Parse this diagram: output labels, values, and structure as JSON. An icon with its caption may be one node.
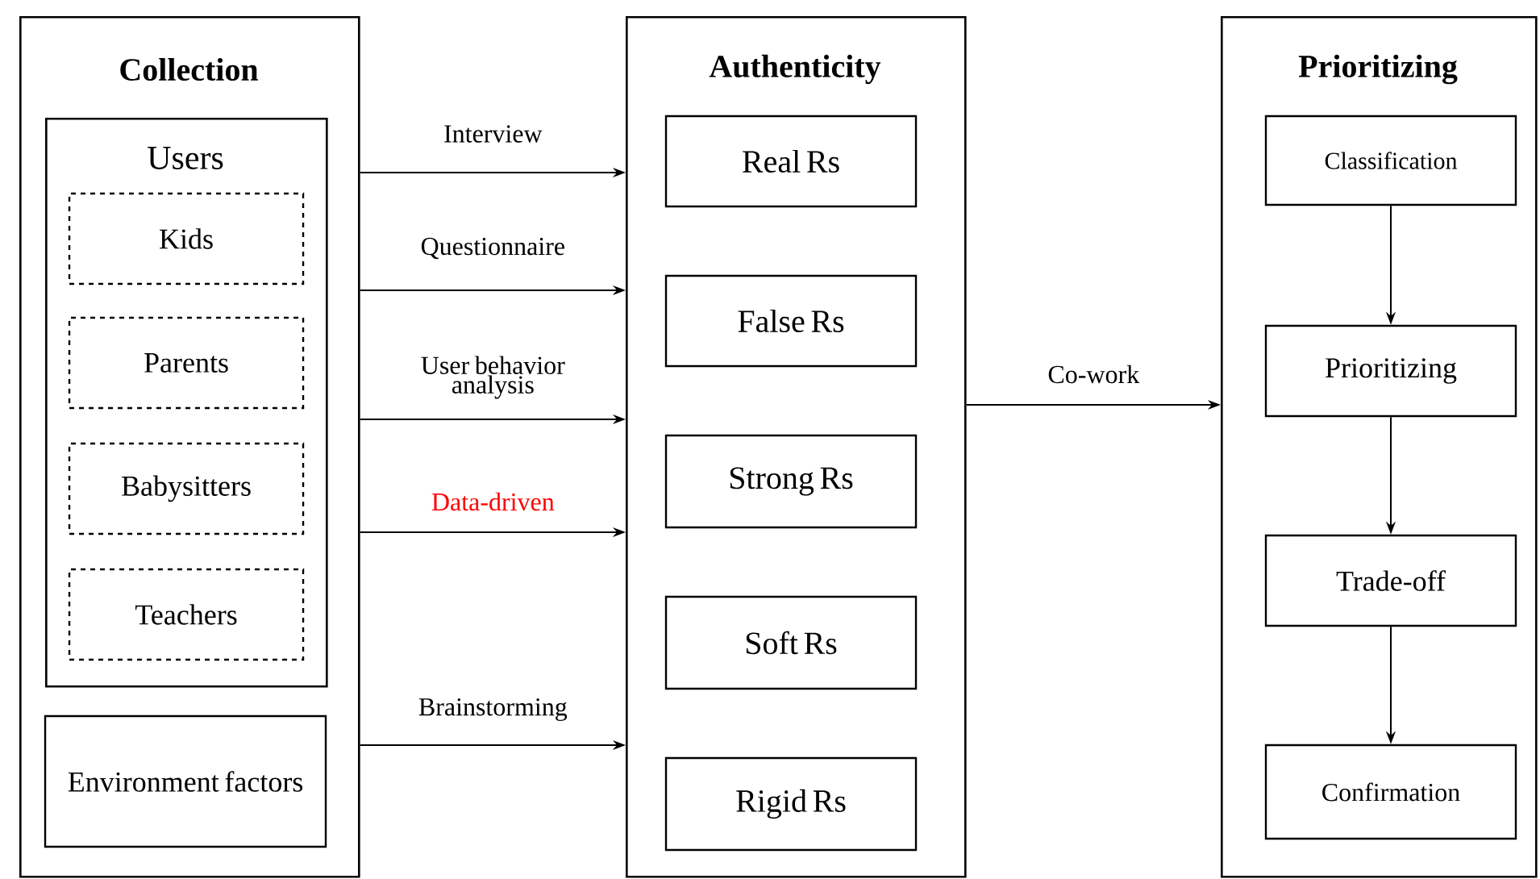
{
  "diagram": {
    "nodes": [
      {
        "text": [
          "Collection"
        ]
      },
      {
        "text": [
          "Users"
        ],
        "in": 0
      },
      {
        "text": [
          "Kids"
        ],
        "in": 1
      },
      {
        "text": [
          "Parents"
        ],
        "in": 1
      },
      {
        "text": [
          "Babysitters"
        ],
        "in": 1
      },
      {
        "text": [
          "Teachers"
        ],
        "in": 1
      },
      {
        "text": [
          "Environment factors"
        ],
        "in": 0
      },
      {
        "text": [
          "Authenticity"
        ]
      },
      {
        "text": [
          "Real Rs"
        ],
        "in": 7
      },
      {
        "text": [
          "False Rs"
        ],
        "in": 7
      },
      {
        "text": [
          "Strong Rs"
        ],
        "in": 7
      },
      {
        "text": [
          "Soft Rs"
        ],
        "in": 7
      },
      {
        "text": [
          "Rigid Rs"
        ],
        "in": 7
      },
      {
        "text": [
          "Prioritizing"
        ]
      },
      {
        "text": [
          "Classification"
        ],
        "in": 13
      },
      {
        "text": [
          "Prioritizing"
        ],
        "in": 13
      },
      {
        "text": [
          "Trade-off"
        ],
        "in": 13
      },
      {
        "text": [
          "Confirmation"
        ],
        "in": 13
      }
    ],
    "edges": [
      {
        "from": 0,
        "to": 7,
        "arrow": "to",
        "label": "Interview"
      },
      {
        "from": 0,
        "to": 7,
        "arrow": "to",
        "label": "Questionnaire"
      },
      {
        "from": 0,
        "to": 7,
        "arrow": "to",
        "label": "User behavior analysis"
      },
      {
        "from": 0,
        "to": 7,
        "arrow": "to",
        "label": "Data-driven"
      },
      {
        "from": 0,
        "to": 7,
        "arrow": "to",
        "label": "Brainstorming"
      },
      {
        "from": 7,
        "to": 13,
        "arrow": "to",
        "label": "Co-work"
      },
      {
        "from": 14,
        "to": 15,
        "arrow": "to"
      },
      {
        "from": 15,
        "to": 16,
        "arrow": "to"
      },
      {
        "from": 16,
        "to": 17,
        "arrow": "to"
      }
    ]
  }
}
